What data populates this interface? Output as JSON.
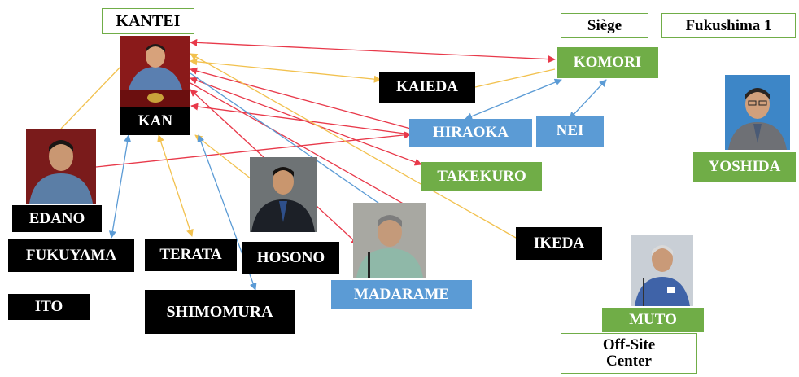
{
  "colors": {
    "black_box": "#000000",
    "green_box": "#70ad47",
    "blue_box": "#5b9bd5",
    "arrow_red": "#e8394a",
    "arrow_yellow": "#f2c14e",
    "arrow_blue": "#5b9bd5"
  },
  "headers": {
    "kantei": "KANTEI",
    "siege": "Siège",
    "fukushima": "Fukushima 1",
    "offsite_line1": "Off-Site",
    "offsite_line2": "Center"
  },
  "people": {
    "kan": "KAN",
    "edano": "EDANO",
    "fukuyama": "FUKUYAMA",
    "terata": "TERATA",
    "hosono": "HOSONO",
    "ito": "ITO",
    "shimomura": "SHIMOMURA",
    "kaieda": "KAIEDA",
    "komori": "KOMORI",
    "hiraoka": "HIRAOKA",
    "nei": "NEI",
    "takekuro": "TAKEKURO",
    "madarame": "MADARAME",
    "ikeda": "IKEDA",
    "yoshida": "YOSHIDA",
    "muto": "MUTO"
  },
  "photos": [
    "kan-photo",
    "edano-photo",
    "hosono-photo",
    "madarame-photo",
    "yoshida-photo",
    "muto-photo"
  ]
}
